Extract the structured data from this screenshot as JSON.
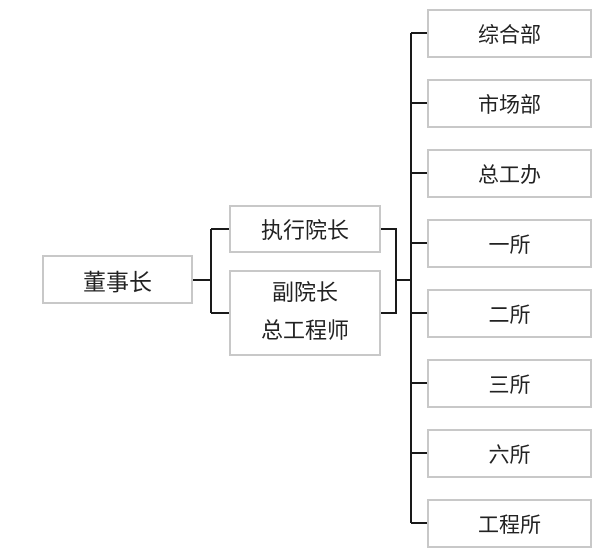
{
  "chairman": {
    "label": "董事长"
  },
  "executives": [
    {
      "lines": [
        "执行院长"
      ]
    },
    {
      "lines": [
        "副院长",
        "总工程师"
      ]
    }
  ],
  "departments": [
    {
      "label": "综合部"
    },
    {
      "label": "市场部"
    },
    {
      "label": "总工办"
    },
    {
      "label": "一所"
    },
    {
      "label": "二所"
    },
    {
      "label": "三所"
    },
    {
      "label": "六所"
    },
    {
      "label": "工程所"
    }
  ],
  "colors": {
    "box_border": "#c8c8c8",
    "connector": "#1a1a1a",
    "text": "#222222"
  }
}
